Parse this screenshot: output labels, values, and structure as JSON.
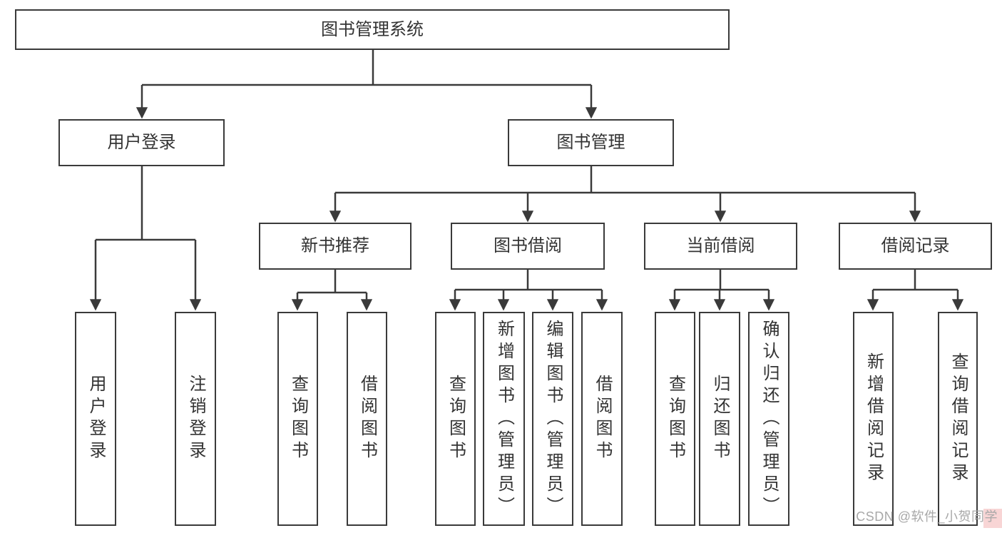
{
  "diagram": {
    "nodes": {
      "root": "图书管理系统",
      "user_login": "用户登录",
      "book_management": "图书管理",
      "new_book_recommend": "新书推荐",
      "book_borrowing": "图书借阅",
      "current_borrowing": "当前借阅",
      "borrow_records": "借阅记录"
    },
    "leaves": {
      "login": [
        "用户登录",
        "注销登录"
      ],
      "recommend": [
        "查询图书",
        "借阅图书"
      ],
      "borrow": [
        "查询图书",
        "新增图书（管理员）",
        "编辑图书（管理员）",
        "借阅图书"
      ],
      "current": [
        "查询图书",
        "归还图书",
        "确认归还（管理员）"
      ],
      "records": [
        "新增借阅记录",
        "查询借阅记录"
      ]
    }
  },
  "watermark": {
    "text": "CSDN @软件_小贺同学"
  },
  "colors": {
    "line": "#3a3a3a",
    "text": "#333333",
    "background": "#ffffff",
    "watermark": "#a8a8a8",
    "watermark_highlight": "#f0a2a2"
  }
}
